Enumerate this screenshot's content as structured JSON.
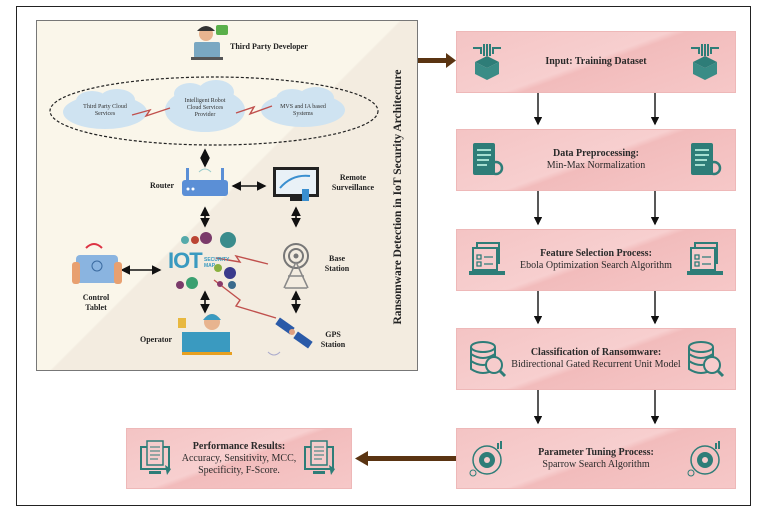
{
  "architecture": {
    "title": "Ransomware Detection in IoT Security Architecture",
    "nodes": {
      "developer": "Third Party Developer",
      "cloud_1": "Third Party Cloud Services",
      "cloud_2": "Intelligent Robot Cloud Services Provider",
      "cloud_3": "MVS and IA based Systems",
      "router": "Router",
      "remote_surveillance": "Remote Surveillance",
      "iot_hub": "IOT",
      "iot_hub_sub": "SECURITY MAP",
      "base_station": "Base Station",
      "control_tablet": "Control Tablet",
      "operator": "Operator",
      "gps_station": "GPS Station"
    }
  },
  "pipeline": {
    "steps": [
      {
        "title": "Input: Training Dataset",
        "subtitle": "",
        "icon": "dataset-box-icon"
      },
      {
        "title": "Data Preprocessing:",
        "subtitle": "Min-Max Normalization",
        "icon": "document-gear-icon"
      },
      {
        "title": "Feature Selection Process:",
        "subtitle": "Ebola Optimization Search Algorithm",
        "icon": "laptop-checklist-icon"
      },
      {
        "title": "Classification of Ransomware:",
        "subtitle": "Bidirectional Gated Recurrent Unit Model",
        "icon": "database-search-icon"
      },
      {
        "title": "Parameter Tuning Process:",
        "subtitle": "Sparrow Search Algorithm",
        "icon": "gear-cycle-icon"
      }
    ],
    "result": {
      "title": "Performance Results:",
      "subtitle": "Accuracy, Sensitivity, MCC, Specificity, F-Score.",
      "icon": "monitor-report-icon"
    }
  },
  "colors": {
    "box_fill": "#f5c8c8",
    "icon_teal": "#2e7d78",
    "flow_arrow": "#5a3412",
    "lightning": "#c0504d",
    "panel_bg": "#faf6ea"
  }
}
